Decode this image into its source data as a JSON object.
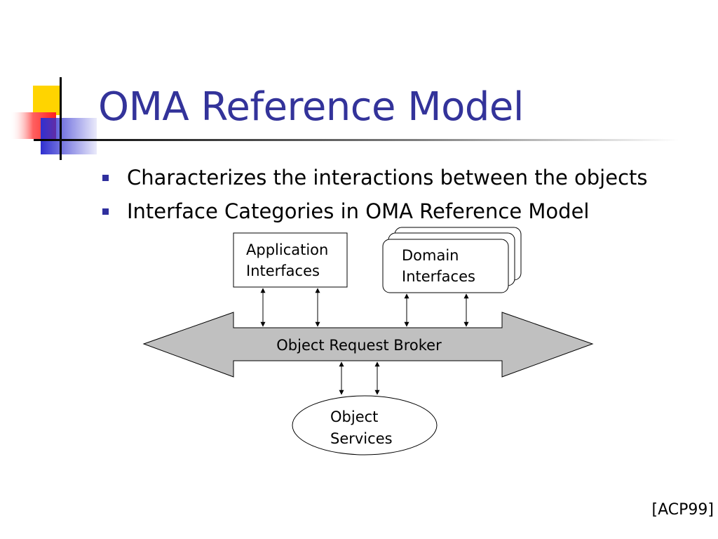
{
  "slide": {
    "title": "OMA Reference Model",
    "bullets": [
      "Characterizes the interactions between the objects",
      "Interface Categories in OMA Reference Model"
    ],
    "citation": "[ACP99]"
  },
  "diagram": {
    "application_interfaces": [
      "Application",
      "Interfaces"
    ],
    "domain_interfaces": [
      "Domain",
      "Interfaces"
    ],
    "orb_label": "Object Request Broker",
    "object_services": [
      "Object",
      "Services"
    ]
  },
  "colors": {
    "title": "#33339a",
    "bullet": "#2f2f9e",
    "orb_fill": "#c0c0c0",
    "deco_yellow": "#ffd400",
    "deco_red": "#ff4040",
    "deco_blue": "#2f2fd0"
  }
}
